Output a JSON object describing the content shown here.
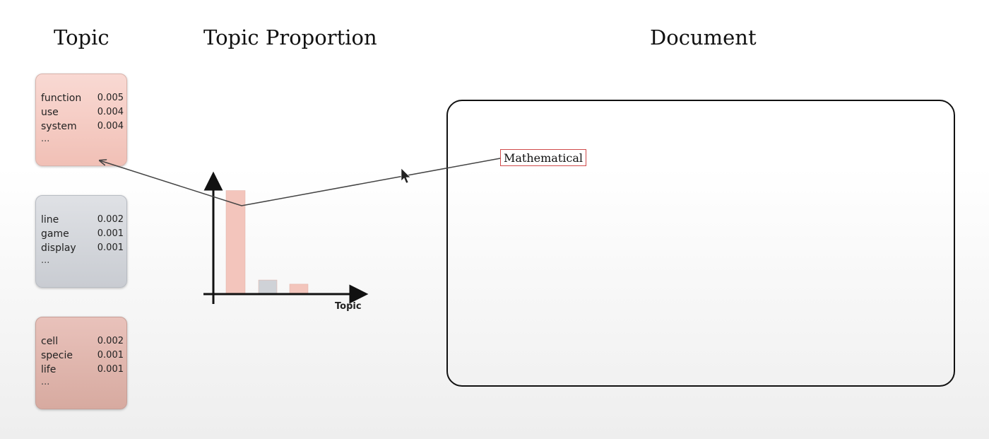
{
  "headings": {
    "topic": "Topic",
    "topic_proportion": "Topic Proportion",
    "document": "Document"
  },
  "topics": [
    {
      "color": "#f3c5bc",
      "terms": [
        {
          "word": "function",
          "prob": "0.005"
        },
        {
          "word": "use",
          "prob": "0.004"
        },
        {
          "word": "system",
          "prob": "0.004"
        }
      ],
      "ellipsis": "..."
    },
    {
      "color": "#cfd2d7",
      "terms": [
        {
          "word": "line",
          "prob": "0.002"
        },
        {
          "word": "game",
          "prob": "0.001"
        },
        {
          "word": "display",
          "prob": "0.001"
        }
      ],
      "ellipsis": "..."
    },
    {
      "color": "#ddb1a8",
      "terms": [
        {
          "word": "cell",
          "prob": "0.002"
        },
        {
          "word": "specie",
          "prob": "0.001"
        },
        {
          "word": "life",
          "prob": "0.001"
        }
      ],
      "ellipsis": "..."
    }
  ],
  "chart_data": {
    "type": "bar",
    "xlabel": "Topic",
    "ylabel": "",
    "categories": [
      "",
      "",
      ""
    ],
    "values": [
      1.0,
      0.13,
      0.09
    ],
    "bar_colors": [
      "#f3c5bc",
      "#cfd2d7",
      "#f3c5bc"
    ],
    "ylim": [
      0,
      1.1
    ]
  },
  "document": {
    "word": "Mathematical"
  },
  "colors": {
    "arrow": "#444444",
    "axis": "#111111",
    "word_border": "#d04a4a"
  }
}
